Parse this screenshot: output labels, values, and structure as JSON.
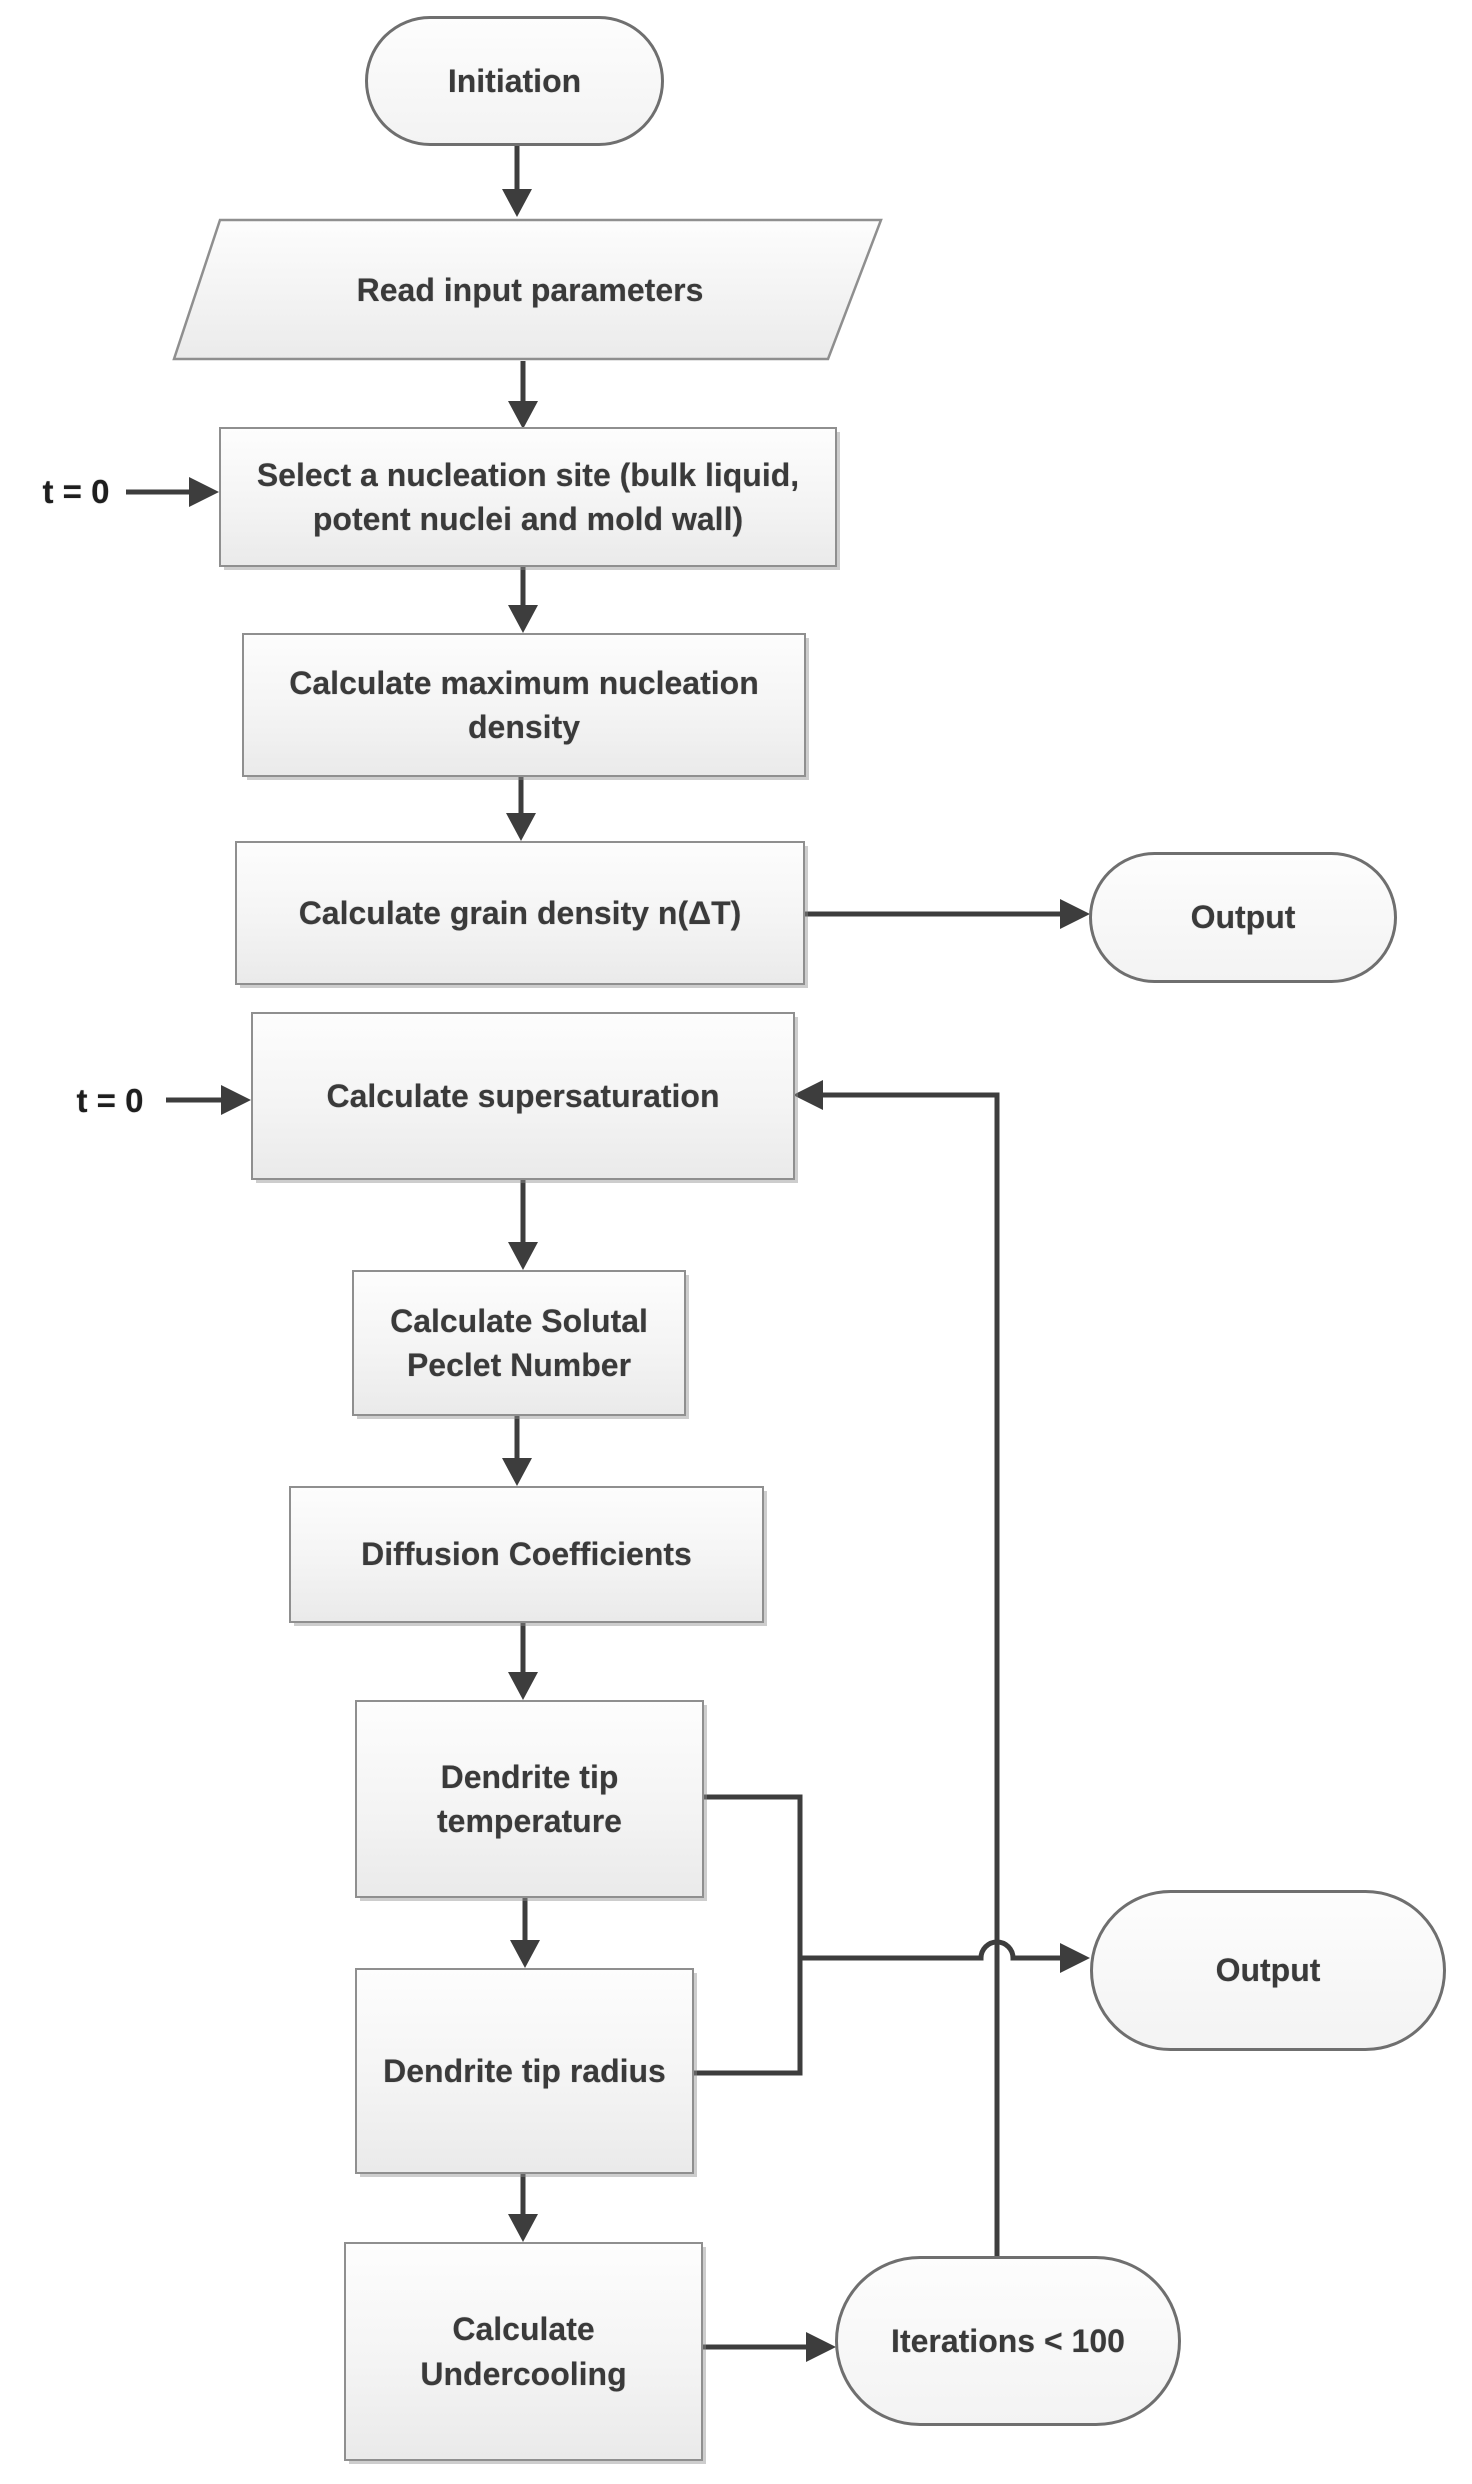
{
  "figure": {
    "background": "#ffffff",
    "line_color": "#3d3d3d",
    "box_border_color": "#8f8f8f",
    "box_fill": "#f4f4f4",
    "text_color": "#3a3a3a"
  },
  "nodes": {
    "initiation": {
      "type": "terminator",
      "label": "Initiation"
    },
    "read_input": {
      "type": "io",
      "label": "Read input parameters"
    },
    "select_site": {
      "type": "process",
      "label": "Select a nucleation site (bulk liquid,\npotent nuclei and mold wall)"
    },
    "max_nucleation": {
      "type": "process",
      "label": "Calculate maximum nucleation\ndensity"
    },
    "grain_density": {
      "type": "process",
      "label": "Calculate grain density n(ΔT)"
    },
    "output_top": {
      "type": "terminator",
      "label": "Output"
    },
    "supersaturation": {
      "type": "process",
      "label": "Calculate supersaturation"
    },
    "peclet": {
      "type": "process",
      "label": "Calculate Solutal\nPeclet Number"
    },
    "diffusion": {
      "type": "process",
      "label": "Diffusion Coefficients"
    },
    "tip_temperature": {
      "type": "process",
      "label": "Dendrite tip\ntemperature"
    },
    "tip_radius": {
      "type": "process",
      "label": "Dendrite tip radius"
    },
    "output_mid": {
      "type": "terminator",
      "label": "Output"
    },
    "undercooling": {
      "type": "process",
      "label": "Calculate\nUndercooling"
    },
    "iterations": {
      "type": "terminator",
      "label": "Iterations < 100"
    }
  },
  "annotations": {
    "t0_select": {
      "label": "t = 0"
    },
    "t0_supersaturation": {
      "label": "t = 0"
    }
  }
}
